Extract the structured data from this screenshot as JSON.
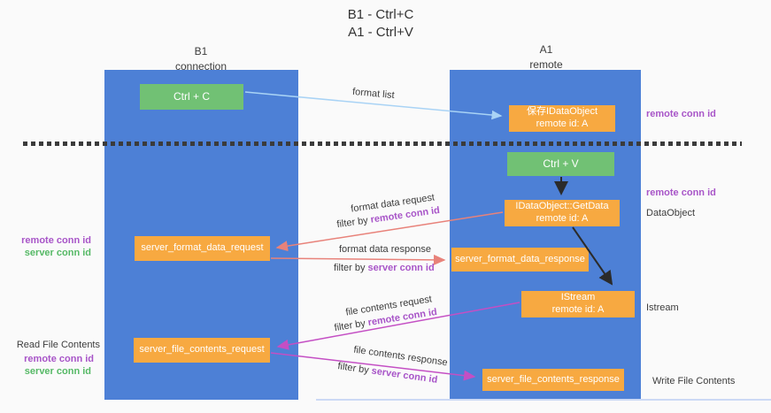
{
  "title": {
    "line1": "B1 - Ctrl+C",
    "line2": "A1 - Ctrl+V"
  },
  "lanes": {
    "left": {
      "title": "B1",
      "subtitle": "connection"
    },
    "right": {
      "title": "A1",
      "subtitle": "remote"
    }
  },
  "boxes": {
    "ctrl_c": {
      "label": "Ctrl + C"
    },
    "ctrl_v": {
      "label": "Ctrl + V"
    },
    "save_dataobject": {
      "line1": "保存IDataObject",
      "line2": "remote id: A"
    },
    "getdata": {
      "line1": "IDataObject::GetData",
      "line2": "remote id: A"
    },
    "istream": {
      "line1": "IStream",
      "line2": "remote id: A"
    },
    "format_request": {
      "label": "server_format_data_request"
    },
    "format_response": {
      "label": "server_format_data_response"
    },
    "file_request": {
      "label": "server_file_contents_request"
    },
    "file_response": {
      "label": "server_file_contents_response"
    }
  },
  "arrow_labels": {
    "format_list": "format list",
    "format_data_request": "format data request",
    "format_data_request_filter_prefix": "filter by ",
    "format_data_request_filter_key": "remote conn id",
    "format_data_response": "format data response",
    "format_data_response_filter_prefix": "filter by ",
    "format_data_response_filter_key": "server conn id",
    "file_contents_request": "file contents request",
    "file_contents_request_filter_prefix": "filter by ",
    "file_contents_request_filter_key": "remote conn id",
    "file_contents_response": "file contents response",
    "file_contents_response_filter_prefix": "filter by ",
    "file_contents_response_filter_key": "server conn id"
  },
  "side_labels": {
    "right_remote_conn_id_top": "remote conn id",
    "right_remote_conn_id_mid": "remote conn id",
    "right_dataobject": "DataObject",
    "right_istream": "Istream",
    "right_write_file_contents": "Write File Contents",
    "left_remote_conn_id_top": "remote conn id",
    "left_server_conn_id_top": "server conn id",
    "left_read_file_contents": "Read File Contents",
    "left_remote_conn_id_bottom": "remote conn id",
    "left_server_conn_id_bottom": "server conn id"
  },
  "colors": {
    "lane_blue": "#4d80d6",
    "box_orange": "#f7a941",
    "box_green": "#71c174",
    "arrow_light_blue": "#a9d3f5",
    "arrow_salmon": "#e8827a",
    "arrow_magenta": "#c44fc4",
    "arrow_black": "#2b2b2b",
    "text_purple": "#a855c8",
    "text_green": "#56b966",
    "text_dark": "#3c3c3c"
  }
}
